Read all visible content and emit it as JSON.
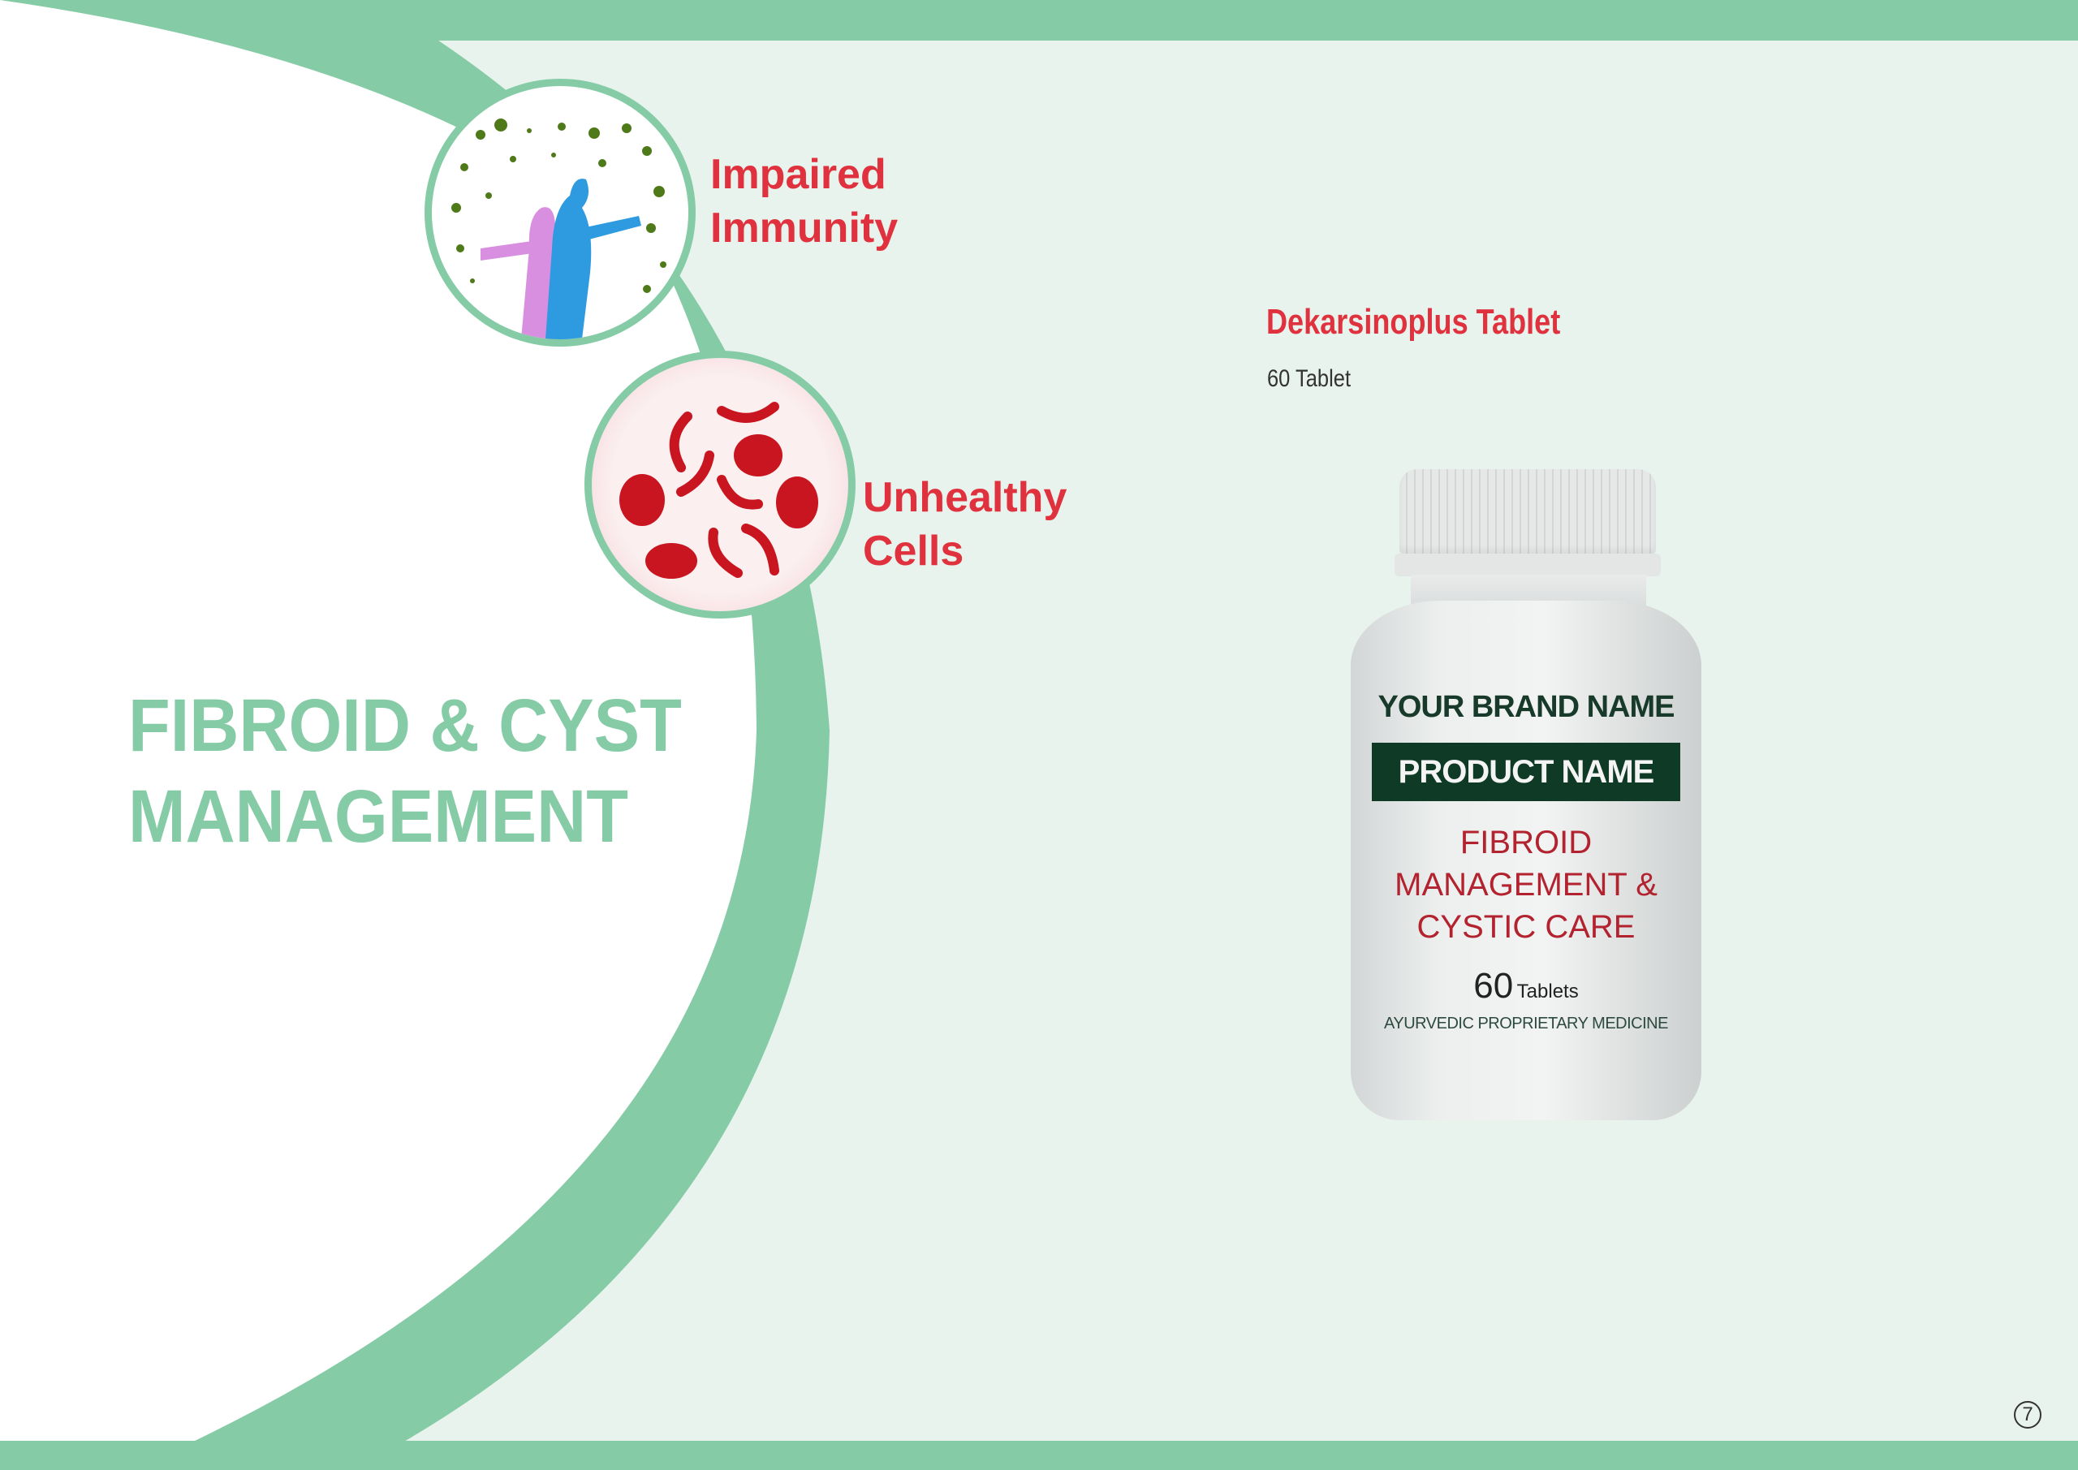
{
  "page": {
    "title_lines": [
      "FIBROID & CYST",
      "MANAGEMENT"
    ],
    "page_number": "7",
    "colors": {
      "accent_green": "#84CBA6",
      "background_mint": "#E7F3EC",
      "label_red": "#E0323E",
      "label_dark_green": "#0F3A26"
    }
  },
  "features": [
    {
      "label_lines": [
        "Impaired",
        "Immunity"
      ],
      "icon": "immunity-figures-icon"
    },
    {
      "label_lines": [
        "Unhealthy",
        "Cells"
      ],
      "icon": "blood-cells-icon"
    }
  ],
  "product": {
    "name": "Dekarsinoplus Tablet",
    "quantity": "60 Tablet",
    "bottle_label": {
      "brand": "YOUR BRAND NAME",
      "product": "PRODUCT NAME",
      "description_lines": [
        "FIBROID",
        "MANAGEMENT &",
        "CYSTIC CARE"
      ],
      "count_number": "60",
      "count_unit": "Tablets",
      "footer": "AYURVEDIC PROPRIETARY MEDICINE"
    }
  }
}
